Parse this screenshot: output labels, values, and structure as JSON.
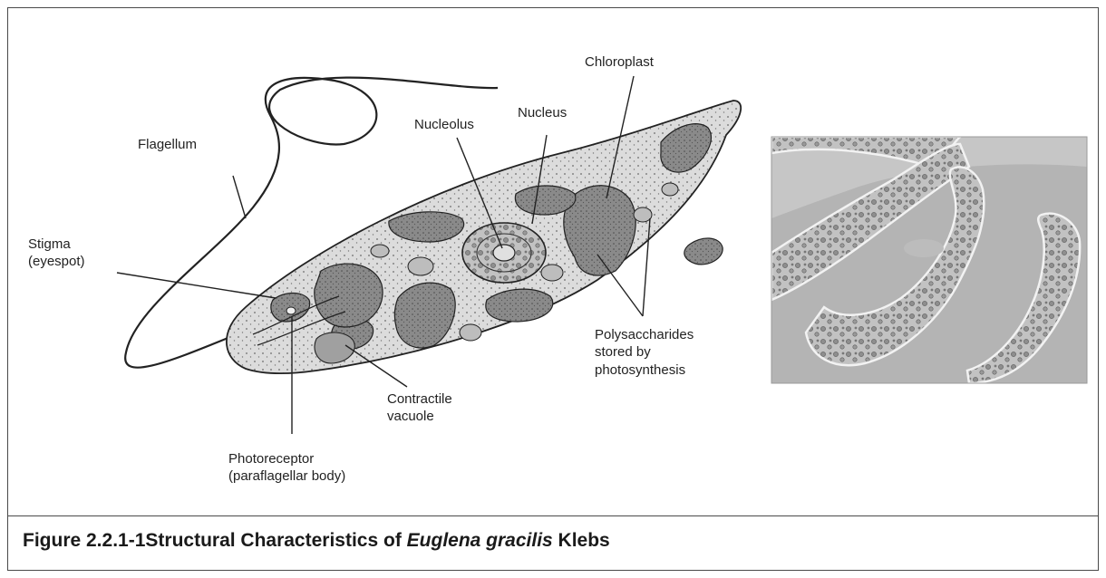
{
  "labels": {
    "flagellum": "Flagellum",
    "stigma_l1": "Stigma",
    "stigma_l2": "(eyespot)",
    "nucleolus": "Nucleolus",
    "nucleus": "Nucleus",
    "chloroplast": "Chloroplast",
    "polysaccharides_l1": "Polysaccharides",
    "polysaccharides_l2": "stored by",
    "polysaccharides_l3": "photosynthesis",
    "contractile_l1": "Contractile",
    "contractile_l2": "vacuole",
    "photoreceptor_l1": "Photoreceptor",
    "photoreceptor_l2": "(paraflagellar body)"
  },
  "caption": {
    "number": "Figure 2.2.1-1",
    "text_before": "Structural Characteristics of ",
    "species": "Euglena gracilis",
    "text_after": " Klebs"
  },
  "colors": {
    "border": "#4a4a4a",
    "cell_fill": "#dcdcdc",
    "organelle_fill": "#8a8a8a",
    "outline": "#222222",
    "micrograph_bg": "#b4b4b4"
  }
}
